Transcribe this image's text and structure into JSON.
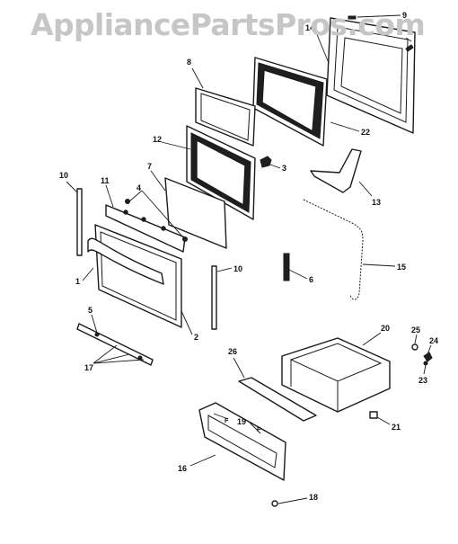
{
  "watermark": "AppliancePartsPros.com",
  "callouts": {
    "c1": "1",
    "c2": "2",
    "c3": "3",
    "c4": "4",
    "c5": "5",
    "c6": "6",
    "c7": "7",
    "c8": "8",
    "c9": "9",
    "c10a": "10",
    "c10b": "10",
    "c11": "11",
    "c12": "12",
    "c13": "13",
    "c14": "14",
    "c15": "15",
    "c16": "16",
    "c17": "17",
    "c18": "18",
    "c19": "19",
    "c20": "20",
    "c21": "21",
    "c22": "22",
    "c23": "23",
    "c24": "24",
    "c25": "25",
    "c26": "26",
    "f1": "F",
    "f2": "F"
  }
}
